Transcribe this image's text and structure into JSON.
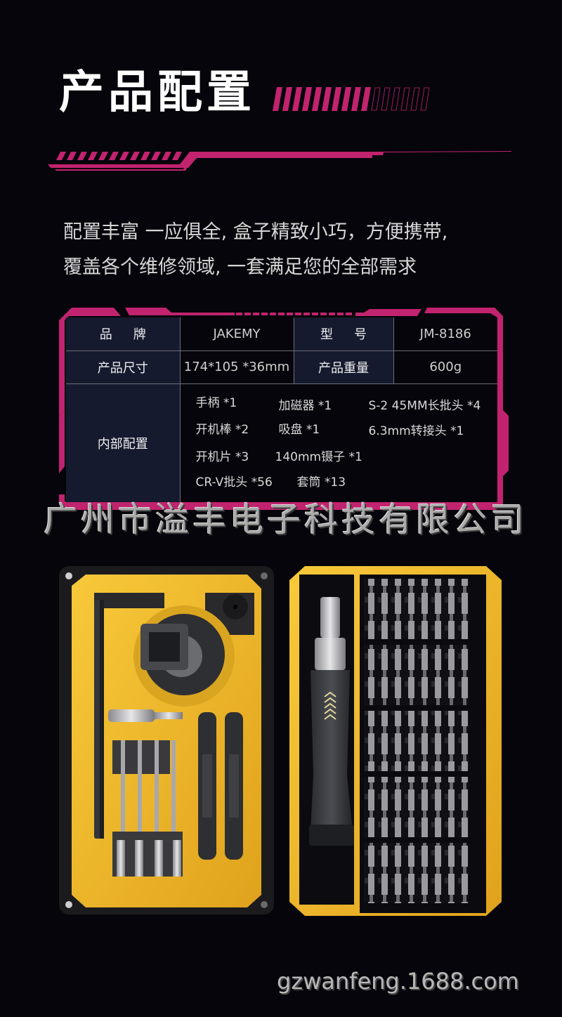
{
  "header": {
    "title": "产品配置",
    "accent_color": "#c2236f"
  },
  "intro": {
    "line1": "配置丰富 一应俱全, 盒子精致小巧，方便携带,",
    "line2": "覆盖各个维修领域, 一套满足您的全部需求"
  },
  "spec_table": {
    "rows": [
      {
        "label1": "品牌",
        "value1": "JAKEMY",
        "label2": "型号",
        "value2": "JM-8186"
      },
      {
        "label1": "产品尺寸",
        "value1": "174*105 *36mm",
        "label2": "产品重量",
        "value2": "600g"
      }
    ],
    "contents_label": "内部配置",
    "contents_items": [
      "手柄 *1",
      "加磁器 *1",
      "S-2 45MM长批头 *4",
      "开机棒 *2",
      "吸盘 *1",
      "6.3mm转接头 *1",
      "开机片 *3",
      "140mm镊子 *1",
      "CR-V批头 *56",
      "套筒 *13"
    ],
    "frame_color": "#c2236f",
    "label_bg": "#161a2f"
  },
  "watermark": {
    "company": "广州市溢丰电子科技有限公司",
    "site": "gzwanfeng.1688.com"
  },
  "product_image": {
    "description": "Open yellow-and-black precision screwdriver kit case with handle, bits, tweezers, suction cup and pry tools",
    "case_color": "#f2b92a",
    "shell_color": "#1a1a1c"
  }
}
